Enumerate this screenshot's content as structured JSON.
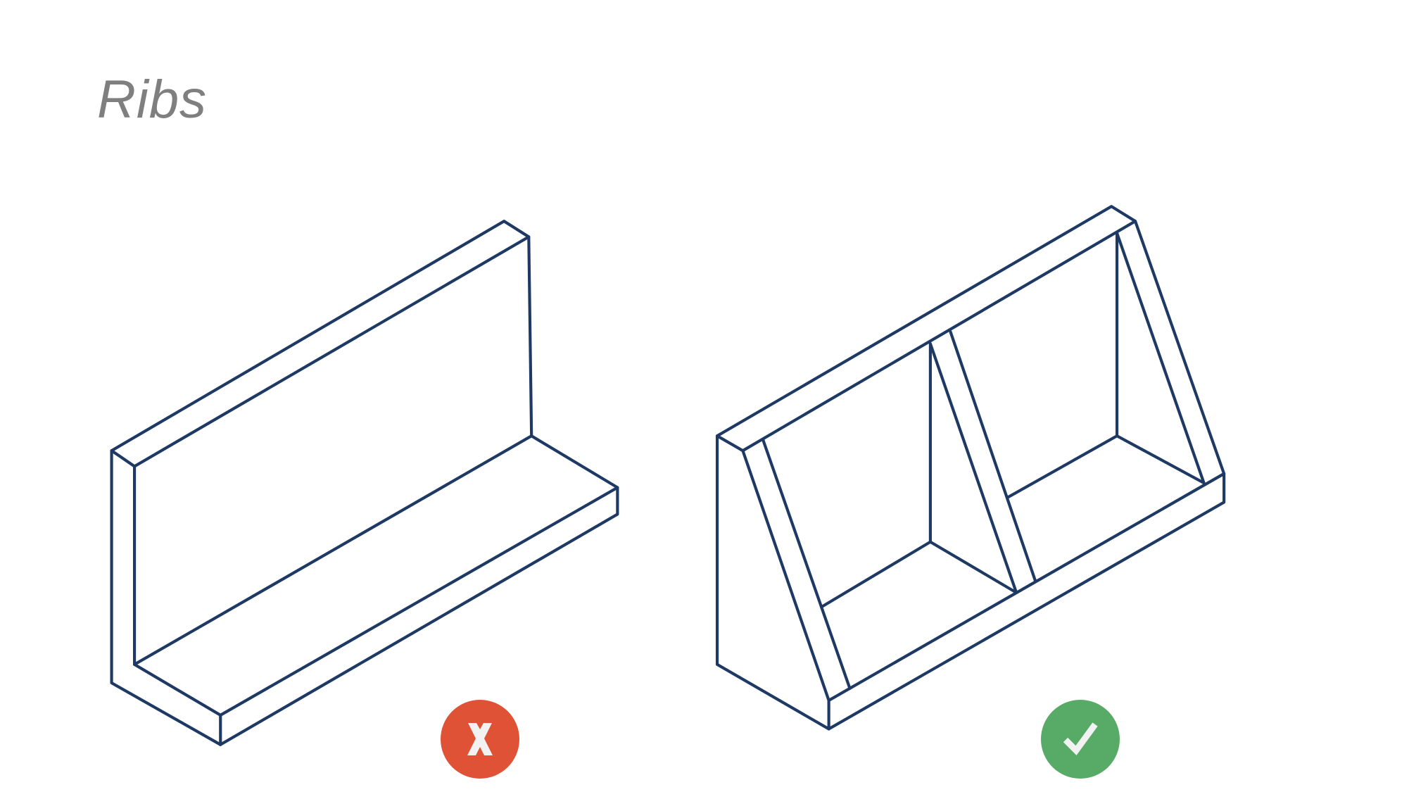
{
  "title": "Ribs",
  "colors": {
    "line": "#1e3a64",
    "title": "#7f7f7f",
    "bad": "#e05236",
    "good": "#58ab67",
    "mark": "#f2f2f2"
  },
  "figures": [
    {
      "id": "without-ribs",
      "description": "L-shaped wall without ribs",
      "verdict": "incorrect",
      "badge_icon": "x-icon"
    },
    {
      "id": "with-ribs",
      "description": "L-shaped wall reinforced with triangular ribs",
      "verdict": "correct",
      "badge_icon": "check-icon"
    }
  ]
}
